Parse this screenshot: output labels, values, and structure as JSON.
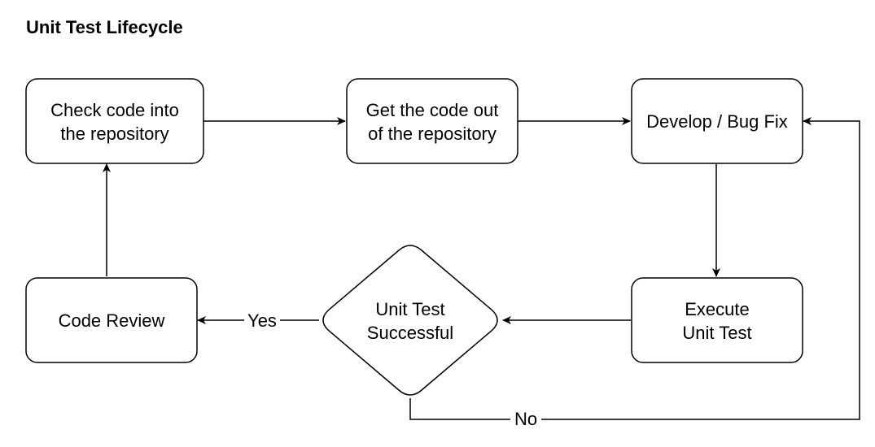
{
  "title": "Unit Test Lifecycle",
  "nodes": {
    "check_in": {
      "lines": [
        "Check code into",
        "the repository"
      ]
    },
    "get_out": {
      "lines": [
        "Get the code out",
        "of the repository"
      ]
    },
    "develop": {
      "lines": [
        "Develop / Bug Fix"
      ]
    },
    "execute": {
      "lines": [
        "Execute",
        "Unit Test"
      ]
    },
    "decision": {
      "lines": [
        "Unit Test",
        "Successful"
      ]
    },
    "review": {
      "lines": [
        "Code Review"
      ]
    }
  },
  "edges": {
    "yes_label": "Yes",
    "no_label": "No"
  }
}
